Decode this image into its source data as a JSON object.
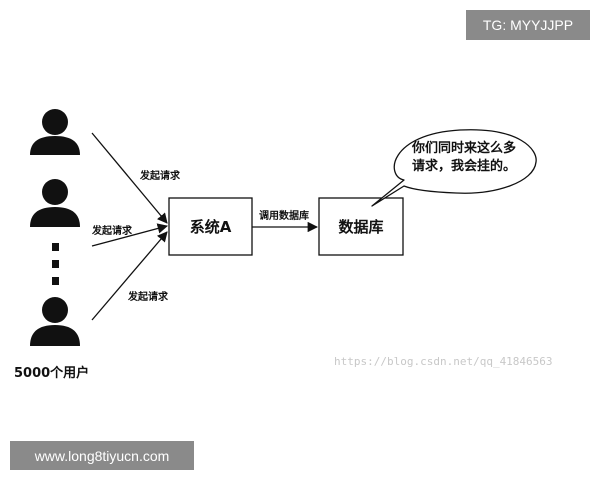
{
  "tag": "TG: MYYJJPP",
  "site": "www.long8tiyucn.com",
  "watermark": "https://blog.csdn.net/qq_41846563",
  "users": {
    "caption": "5000个用户"
  },
  "arrows": {
    "request_top": "发起请求",
    "request_mid": "发起请求",
    "request_bottom": "发起请求",
    "call_db": "调用数据库"
  },
  "nodes": {
    "system": "系统A",
    "database": "数据库"
  },
  "bubble": {
    "line1": "你们同时来这么多",
    "line2": "请求，我会挂的。"
  }
}
